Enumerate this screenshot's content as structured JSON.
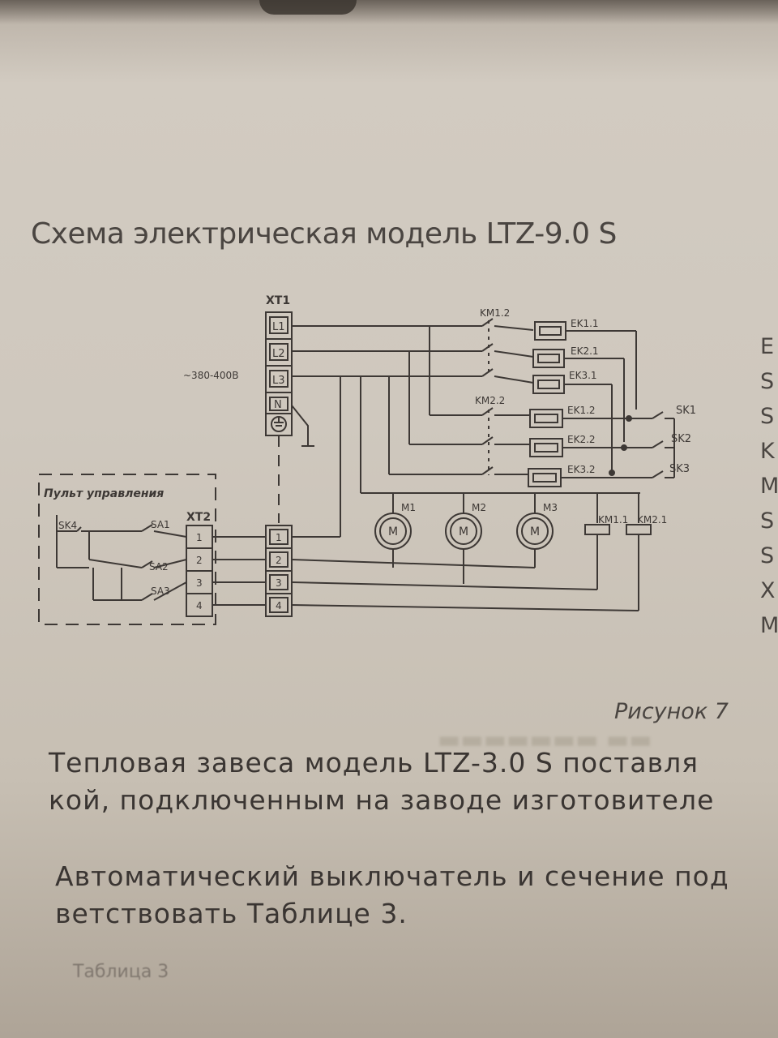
{
  "page": {
    "heading": "Схема электрическая модель LTZ-9.0 S",
    "legend_fragments": [
      "E",
      "S",
      "S",
      "K",
      "M",
      "S",
      "S",
      "X",
      "M"
    ],
    "figure_caption": "Рисунок 7",
    "paragraph1": {
      "line1": "Тепловая завеса модель LTZ-3.0 S поставля",
      "line2": "кой, подключенным на заводе изготовителе"
    },
    "paragraph2": {
      "line1": "Автоматический выключатель и сечение под",
      "line2": "ветствовать Таблице 3."
    },
    "table_label": "Таблица 3"
  },
  "diagram": {
    "xt1": "XT1",
    "xt1_terms": [
      "L1",
      "L2",
      "L3",
      "N"
    ],
    "supply": "~380-400В",
    "km12": "KM1.2",
    "km22": "KM2.2",
    "ek1": [
      "EK1.1",
      "EK2.1",
      "EK3.1"
    ],
    "ek2": [
      "EK1.2",
      "EK2.2",
      "EK3.2"
    ],
    "sk": [
      "SK1",
      "SK2",
      "SK3"
    ],
    "panel": "Пульт управления",
    "sk4": "SK4",
    "sa": [
      "SA1",
      "SA2",
      "SA3"
    ],
    "xt2": "XT2",
    "nums": [
      "1",
      "2",
      "3",
      "4"
    ],
    "motors": [
      "M1",
      "M2",
      "M3"
    ],
    "motor_glyph": "M",
    "km11": "KM1.1",
    "km21": "KM2.1"
  }
}
